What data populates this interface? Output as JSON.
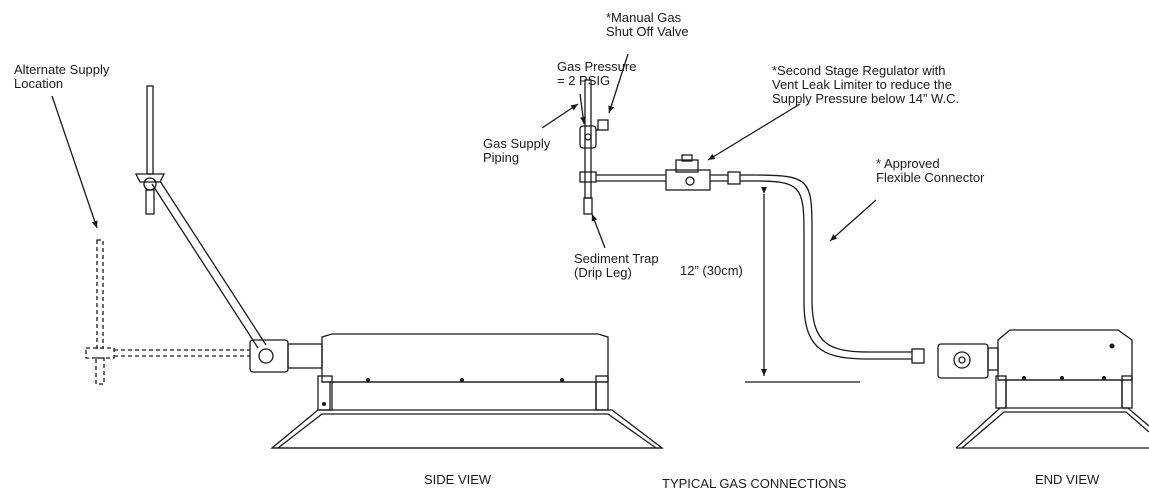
{
  "labels": {
    "alternate_supply": "Alternate Supply\nLocation",
    "manual_valve": "*Manual Gas\nShut Off Valve",
    "gas_pressure": "Gas Pressure\n= 2 PSIG",
    "second_stage_regulator": "*Second Stage Regulator with\nVent Leak Limiter to reduce the\nSupply Pressure below 14” W.C.",
    "gas_supply_piping": "Gas Supply\nPiping",
    "approved_connector": "* Approved\nFlexible Connector",
    "sediment_trap": "Sediment Trap\n(Drip Leg)",
    "dimension": "12” (30cm)"
  },
  "captions": {
    "side_view": "SIDE VIEW",
    "title": "TYPICAL GAS CONNECTIONS",
    "end_view": "END VIEW"
  },
  "colors": {
    "line": "#1a1a1a",
    "background": "#ffffff"
  }
}
